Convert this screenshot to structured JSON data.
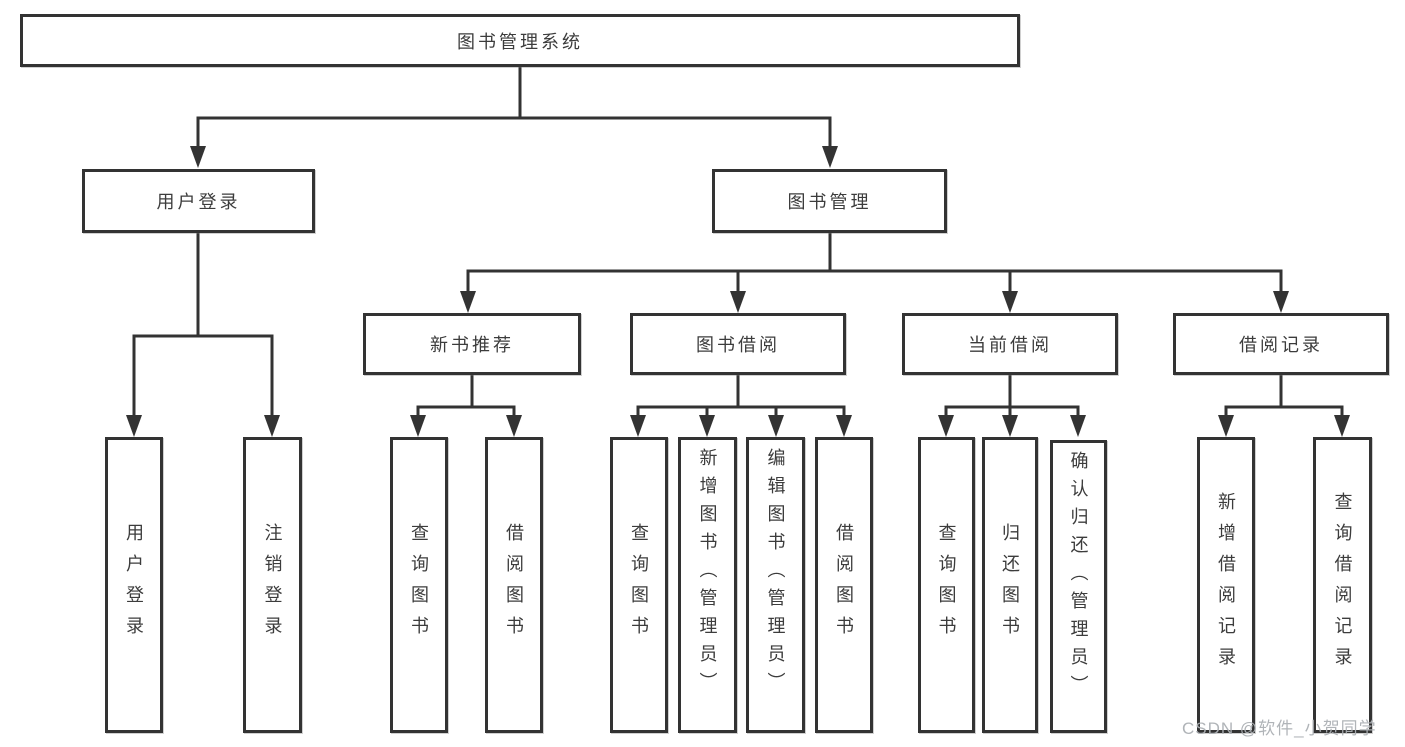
{
  "diagram": {
    "title": "图书管理系统",
    "nodes": {
      "root": "图书管理系统",
      "user_login": "用户登录",
      "book_management": "图书管理",
      "new_book_recommend": "新书推荐",
      "book_borrow": "图书借阅",
      "current_borrow": "当前借阅",
      "borrow_records": "借阅记录",
      "leaf_user_login": "用户登录",
      "leaf_logout": "注销登录",
      "leaf_recommend_query_books": "查询图书",
      "leaf_recommend_borrow_books": "借阅图书",
      "leaf_borrow_query_books": "查询图书",
      "leaf_borrow_add_books_admin": "新增图书（管理员）",
      "leaf_borrow_edit_books_admin": "编辑图书（管理员）",
      "leaf_borrow_borrow_books": "借阅图书",
      "leaf_current_query_books": "查询图书",
      "leaf_current_return_books": "归还图书",
      "leaf_current_confirm_return_admin": "确认归还（管理员）",
      "leaf_records_add_record": "新增借阅记录",
      "leaf_records_query_record": "查询借阅记录"
    },
    "colors": {
      "line": "#333333",
      "box_border": "#333333",
      "text": "#3c3c3c",
      "background": "#ffffff",
      "watermark": "#acb0b4"
    }
  },
  "watermark": "CSDN @软件_小贺同学"
}
